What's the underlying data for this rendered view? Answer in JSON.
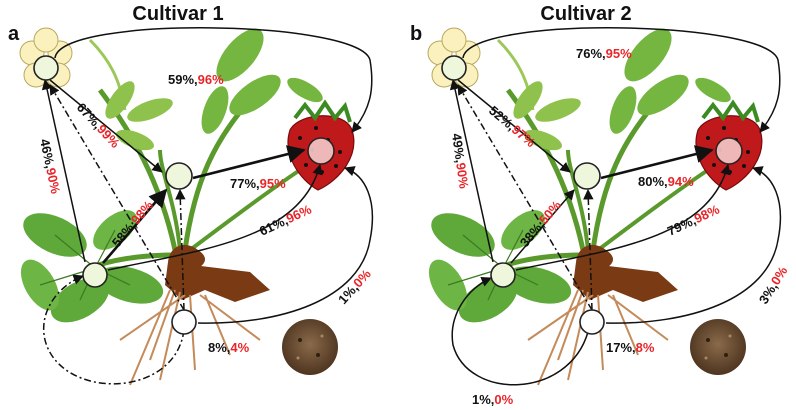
{
  "colors": {
    "black_value": "#111111",
    "red_value": "#e8262a",
    "leaf": "#5fa83a",
    "stem": "#5a9a2c",
    "root": "#7a3b14",
    "fruit": "#c0191c"
  },
  "panels": [
    {
      "title": "Cultivar 1",
      "label": "a",
      "values": {
        "flower_fruit": {
          "black": "59%,",
          "red": "96%"
        },
        "flower_seedling": {
          "black": "67%,",
          "red": "99%"
        },
        "leaf_flower": {
          "black": "46%,",
          "red": "90%"
        },
        "leaf_seedling": {
          "black": "58%,",
          "red": "98%"
        },
        "seedling_fruit": {
          "black": "77%,",
          "red": "95%"
        },
        "leaf_fruit": {
          "black": "61%,",
          "red": "96%"
        },
        "root_fruit": {
          "black": "1%,",
          "red": "0%"
        },
        "root_soil": {
          "black": "8%,",
          "red": "4%"
        }
      }
    },
    {
      "title": "Cultivar 2",
      "label": "b",
      "values": {
        "flower_fruit": {
          "black": "76%,",
          "red": "95%"
        },
        "flower_seedling": {
          "black": "52%,",
          "red": "97%"
        },
        "leaf_flower": {
          "black": "49%,",
          "red": "90%"
        },
        "leaf_seedling": {
          "black": "38%,",
          "red": "50%"
        },
        "seedling_fruit": {
          "black": "80%,",
          "red": "94%"
        },
        "leaf_fruit": {
          "black": "79%,",
          "red": "98%"
        },
        "root_fruit": {
          "black": "3%,",
          "red": "0%"
        },
        "root_soil": {
          "black": "17%,",
          "red": "8%"
        },
        "root_leaf": {
          "black": "1%,",
          "red": "0%"
        }
      }
    }
  ]
}
